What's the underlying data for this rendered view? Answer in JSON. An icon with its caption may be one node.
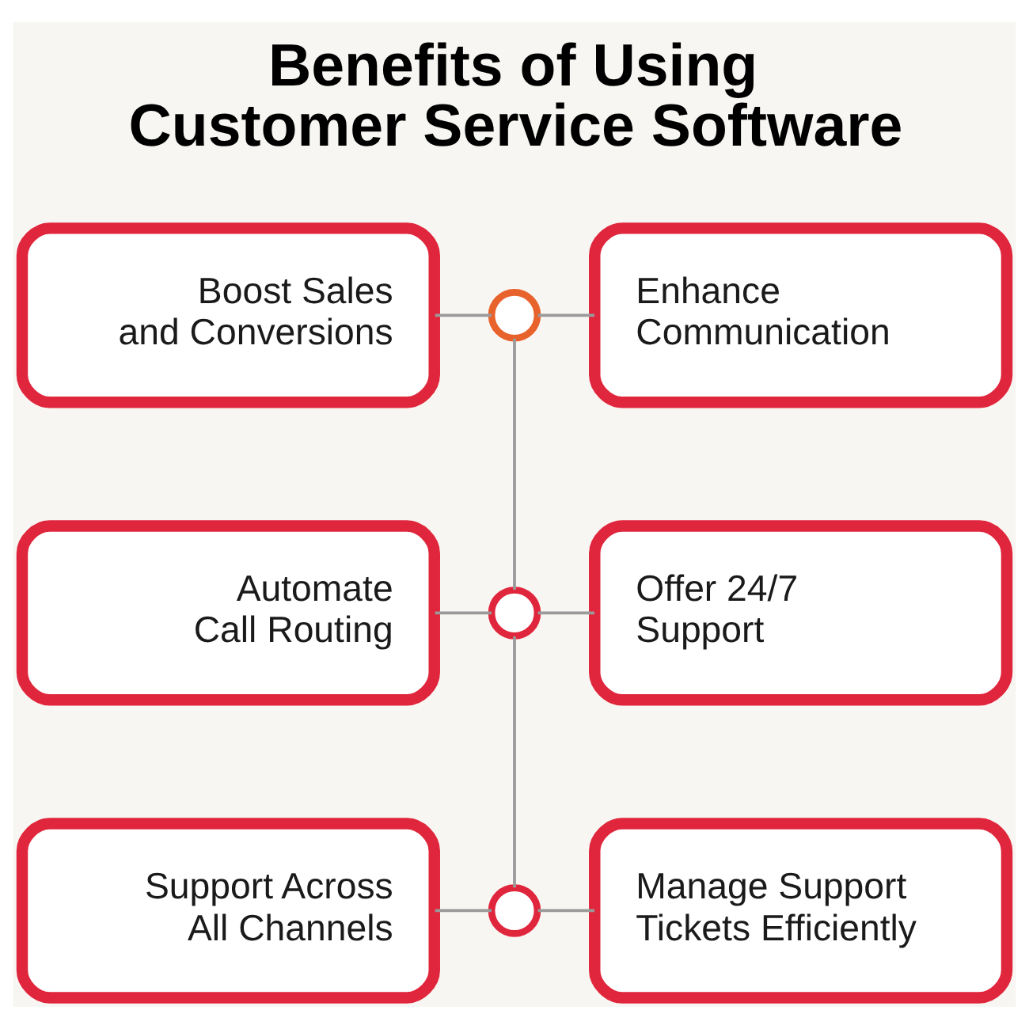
{
  "diagram": {
    "title": "Benefits of Using Customer Service Software",
    "nodes": [
      {
        "text": [
          "Boost Sales and Conversions"
        ]
      },
      {
        "text": [],
        "shape": "circle"
      },
      {
        "text": [
          "Enhance Communication"
        ]
      },
      {
        "text": [
          "Automate Call Routing"
        ]
      },
      {
        "text": [],
        "shape": "circle"
      },
      {
        "text": [
          "Offer 24/7 Support"
        ]
      },
      {
        "text": [
          "Support Across All Channels"
        ]
      },
      {
        "text": [],
        "shape": "circle"
      },
      {
        "text": [
          "Manage Support Tickets Efficiently"
        ]
      }
    ],
    "edges": [
      {
        "from": 0,
        "to": 1,
        "arrow": "none"
      },
      {
        "from": 1,
        "to": 2,
        "arrow": "none"
      },
      {
        "from": 3,
        "to": 4,
        "arrow": "none"
      },
      {
        "from": 4,
        "to": 5,
        "arrow": "none"
      },
      {
        "from": 6,
        "to": 7,
        "arrow": "none"
      },
      {
        "from": 7,
        "to": 8,
        "arrow": "none"
      },
      {
        "from": 1,
        "to": 4,
        "arrow": "none"
      },
      {
        "from": 4,
        "to": 7,
        "arrow": "none"
      }
    ]
  }
}
